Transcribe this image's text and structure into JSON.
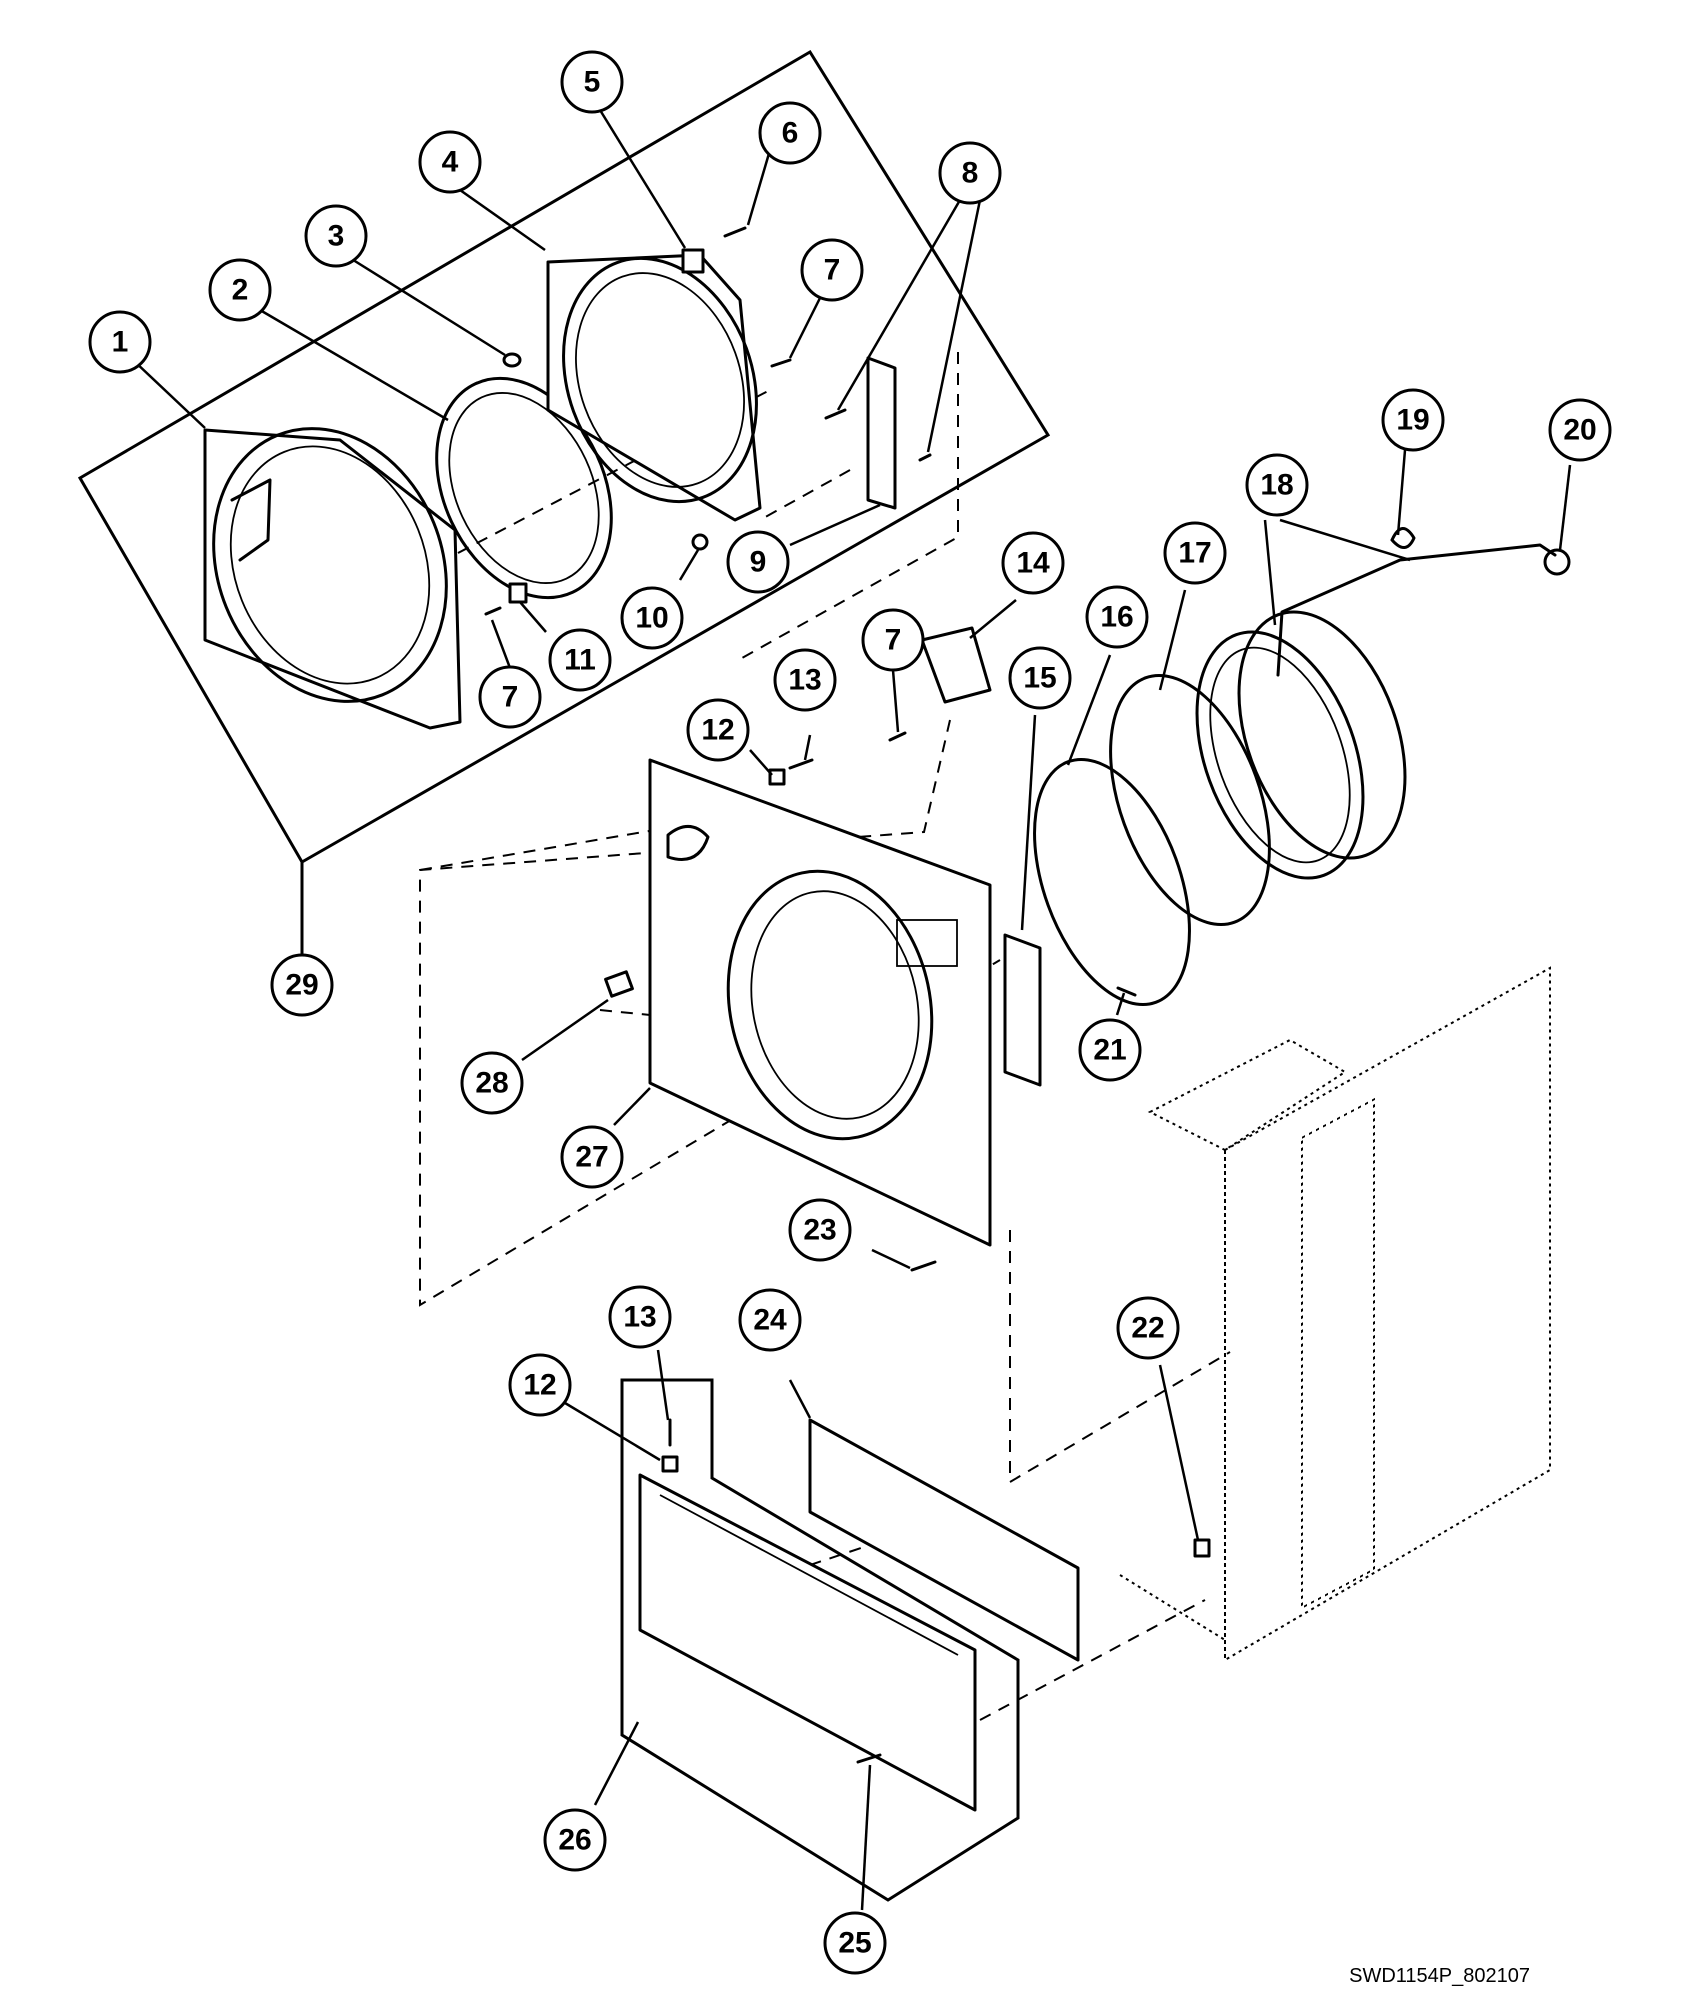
{
  "drawing_id": "SWD1154P_802107",
  "callouts": [
    {
      "id": "c1",
      "label": "1"
    },
    {
      "id": "c2",
      "label": "2"
    },
    {
      "id": "c3",
      "label": "3"
    },
    {
      "id": "c4",
      "label": "4"
    },
    {
      "id": "c5",
      "label": "5"
    },
    {
      "id": "c6",
      "label": "6"
    },
    {
      "id": "c7a",
      "label": "7"
    },
    {
      "id": "c8",
      "label": "8"
    },
    {
      "id": "c9",
      "label": "9"
    },
    {
      "id": "c10",
      "label": "10"
    },
    {
      "id": "c11",
      "label": "11"
    },
    {
      "id": "c7b",
      "label": "7"
    },
    {
      "id": "c12a",
      "label": "12"
    },
    {
      "id": "c13a",
      "label": "13"
    },
    {
      "id": "c7c",
      "label": "7"
    },
    {
      "id": "c14",
      "label": "14"
    },
    {
      "id": "c15",
      "label": "15"
    },
    {
      "id": "c16",
      "label": "16"
    },
    {
      "id": "c17",
      "label": "17"
    },
    {
      "id": "c18",
      "label": "18"
    },
    {
      "id": "c19",
      "label": "19"
    },
    {
      "id": "c20",
      "label": "20"
    },
    {
      "id": "c21",
      "label": "21"
    },
    {
      "id": "c22",
      "label": "22"
    },
    {
      "id": "c23",
      "label": "23"
    },
    {
      "id": "c24",
      "label": "24"
    },
    {
      "id": "c13b",
      "label": "13"
    },
    {
      "id": "c12b",
      "label": "12"
    },
    {
      "id": "c26",
      "label": "26"
    },
    {
      "id": "c25",
      "label": "25"
    },
    {
      "id": "c27",
      "label": "27"
    },
    {
      "id": "c28",
      "label": "28"
    },
    {
      "id": "c29",
      "label": "29"
    }
  ]
}
